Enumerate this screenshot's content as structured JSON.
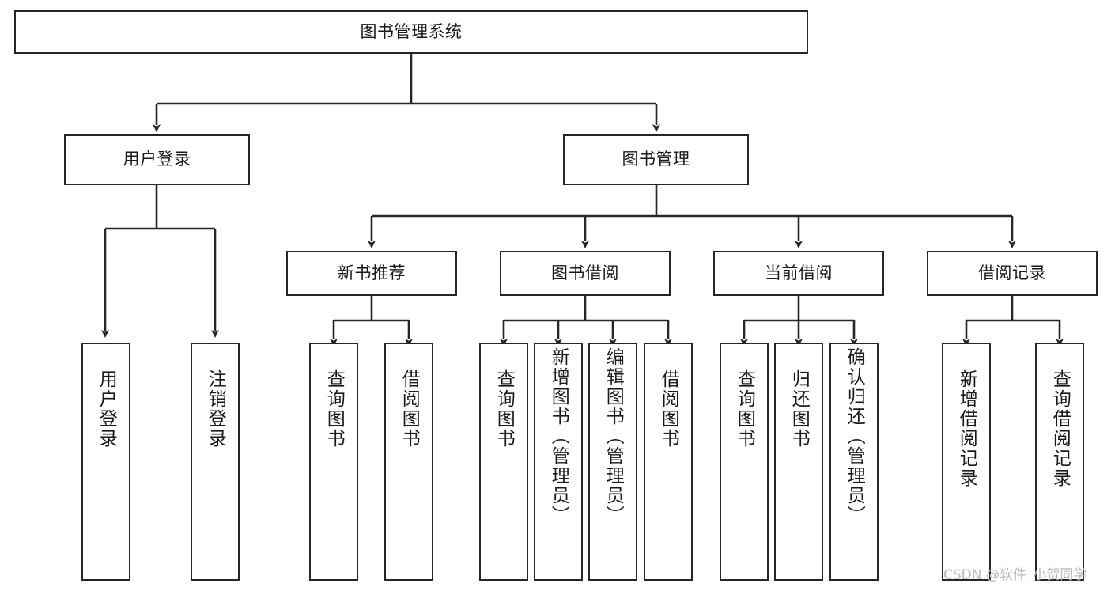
{
  "diagram": {
    "type": "tree-hierarchy-chart",
    "title": "图书管理系统",
    "orientation": "top-down",
    "colors": {
      "box_border": "#262626",
      "box_fill": "#ffffff",
      "edge": "#262626",
      "text": "#1a1a1a",
      "background": "#ffffff",
      "watermark": "#b9b9b9"
    },
    "root": {
      "label": "图书管理系统"
    },
    "level2": [
      {
        "label": "用户登录"
      },
      {
        "label": "图书管理"
      }
    ],
    "level3": [
      {
        "label": "新书推荐"
      },
      {
        "label": "图书借阅"
      },
      {
        "label": "当前借阅"
      },
      {
        "label": "借阅记录"
      }
    ],
    "leaves": {
      "user_login": [
        {
          "label": "用户登录"
        },
        {
          "label": "注销登录"
        }
      ],
      "new_book_recommend": [
        {
          "label": "查询图书"
        },
        {
          "label": "借阅图书"
        }
      ],
      "book_borrow": [
        {
          "label": "查询图书"
        },
        {
          "label": "新增图书（管理员）"
        },
        {
          "label": "编辑图书（管理员）"
        },
        {
          "label": "借阅图书"
        }
      ],
      "current_borrow": [
        {
          "label": "查询图书"
        },
        {
          "label": "归还图书"
        },
        {
          "label": "确认归还（管理员）"
        }
      ],
      "borrow_record": [
        {
          "label": "新增借阅记录"
        },
        {
          "label": "查询借阅记录"
        }
      ]
    }
  },
  "watermark": {
    "text": "CSDN @软件_小贺同学"
  }
}
